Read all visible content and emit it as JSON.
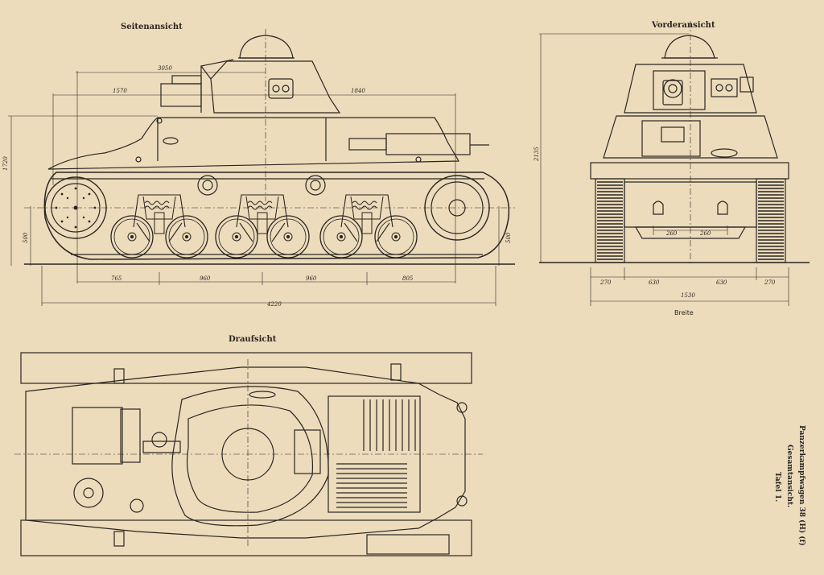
{
  "views": {
    "side": "Seitenansicht",
    "front": "Vorderansicht",
    "top": "Draufsicht"
  },
  "side_dimensions": {
    "overall_length": "4220",
    "turret_span": "3050",
    "rear_upper": "1570",
    "front_upper": "1840",
    "height": "1720",
    "rear_low": "500",
    "front_low": "500",
    "wheel_1": "765",
    "wheel_2": "960",
    "wheel_3": "960",
    "wheel_4": "805"
  },
  "front_dimensions": {
    "height": "2135",
    "track_l": "270",
    "inner_l": "630",
    "inner_r": "630",
    "track_r": "270",
    "total_width": "1530",
    "hook_l": "260",
    "hook_r": "260",
    "width_caption": "Breite"
  },
  "sidebar": {
    "line1": "Tafel 1.",
    "line2": "Gesamtansicht.",
    "line3": "Panzerkampfwagen 38 (H) (f)"
  },
  "colors": {
    "paper": "#ecdcbc",
    "ink": "#2a2520"
  }
}
